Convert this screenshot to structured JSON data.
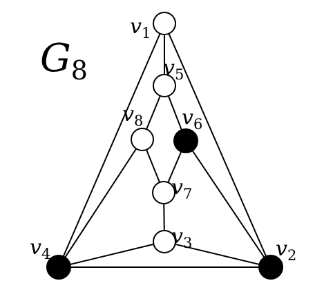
{
  "graph": {
    "name": "G",
    "name_subscript": "8"
  },
  "vertices": [
    {
      "id": "v1",
      "letter": "v",
      "sub": "1",
      "filled": false
    },
    {
      "id": "v2",
      "letter": "v",
      "sub": "2",
      "filled": true
    },
    {
      "id": "v3",
      "letter": "v",
      "sub": "3",
      "filled": false
    },
    {
      "id": "v4",
      "letter": "v",
      "sub": "4",
      "filled": true
    },
    {
      "id": "v5",
      "letter": "v",
      "sub": "5",
      "filled": false
    },
    {
      "id": "v6",
      "letter": "v",
      "sub": "6",
      "filled": true
    },
    {
      "id": "v7",
      "letter": "v",
      "sub": "7",
      "filled": false
    },
    {
      "id": "v8",
      "letter": "v",
      "sub": "8",
      "filled": false
    }
  ],
  "edges": [
    [
      "v1",
      "v4"
    ],
    [
      "v1",
      "v2"
    ],
    [
      "v1",
      "v5"
    ],
    [
      "v5",
      "v8"
    ],
    [
      "v5",
      "v6"
    ],
    [
      "v8",
      "v7"
    ],
    [
      "v6",
      "v7"
    ],
    [
      "v8",
      "v4"
    ],
    [
      "v6",
      "v2"
    ],
    [
      "v7",
      "v3"
    ],
    [
      "v3",
      "v4"
    ],
    [
      "v3",
      "v2"
    ],
    [
      "v4",
      "v2"
    ]
  ],
  "colors": {
    "stroke": "#000000",
    "filled_node": "#000000",
    "open_node": "#ffffff"
  }
}
